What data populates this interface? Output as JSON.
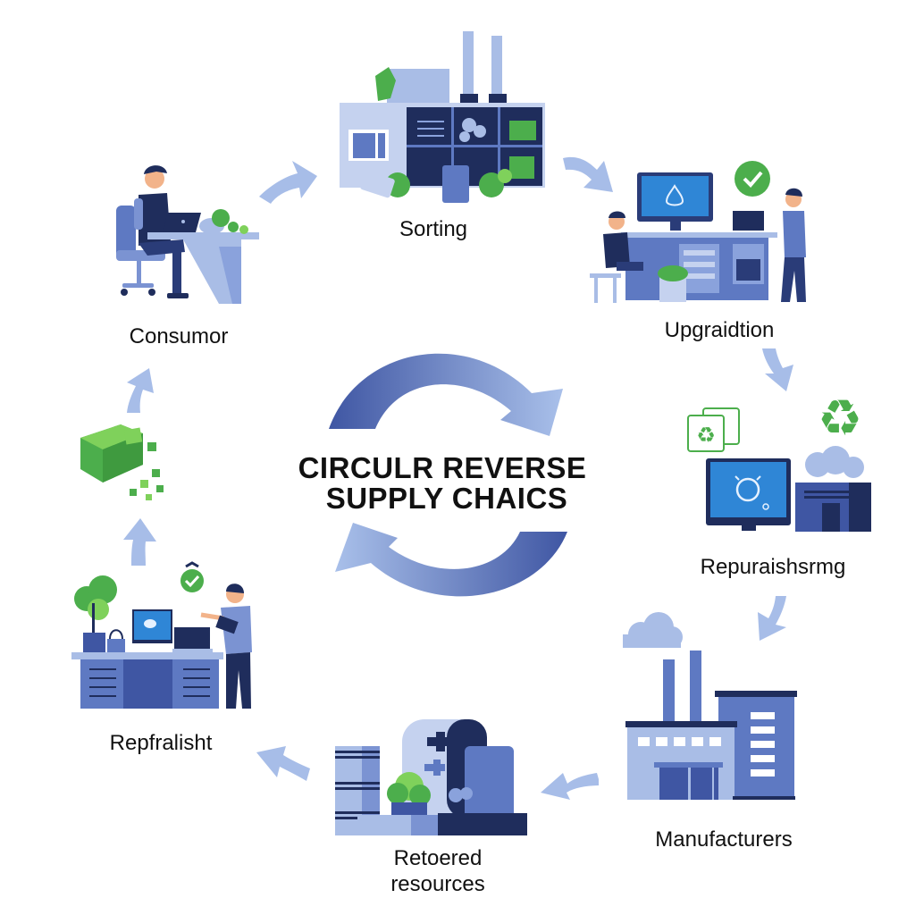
{
  "diagram": {
    "title_line1": "CIRCULR REVERSE",
    "title_line2": "SUPPLY CHAICS",
    "center_icon": "circular-arrows-icon",
    "colors": {
      "navy": "#1f2d5c",
      "blue_dark": "#3f56a3",
      "blue_mid": "#5e79c2",
      "blue_light": "#a9bde6",
      "arrow": "#a7bde8",
      "green": "#4cae4c",
      "green_light": "#7fd15b",
      "screen": "#2f86d6",
      "skin": "#f2b38a"
    },
    "steps": [
      {
        "id": "consumer",
        "label": "Consumor",
        "icon": "person-at-desk-icon"
      },
      {
        "id": "sorting",
        "label": "Sorting",
        "icon": "sorting-facility-icon"
      },
      {
        "id": "upgradation",
        "label": "Upgraidtion",
        "icon": "workstation-team-icon"
      },
      {
        "id": "repurposing",
        "label": "Repuraishsrmg",
        "icon": "monitor-recycle-icon"
      },
      {
        "id": "manufacturers",
        "label": "Manufacturers",
        "icon": "factory-icon"
      },
      {
        "id": "restored",
        "label_line1": "Retoered",
        "label_line2": "resources",
        "icon": "restored-resources-icon"
      },
      {
        "id": "refurbish",
        "label": "Repfralisht",
        "icon": "office-desk-icon"
      },
      {
        "id": "materials",
        "label": "",
        "icon": "green-material-blocks-icon"
      }
    ],
    "flow_arrows": [
      {
        "from": "consumer",
        "to": "sorting",
        "icon": "arrow-right-icon"
      },
      {
        "from": "sorting",
        "to": "upgradation",
        "icon": "arrow-down-right-icon"
      },
      {
        "from": "upgradation",
        "to": "repurposing",
        "icon": "arrow-down-icon"
      },
      {
        "from": "repurposing",
        "to": "manufacturers",
        "icon": "arrow-down-icon"
      },
      {
        "from": "manufacturers",
        "to": "restored",
        "icon": "arrow-left-icon"
      },
      {
        "from": "restored",
        "to": "refurbish",
        "icon": "arrow-left-icon"
      },
      {
        "from": "refurbish",
        "to": "materials",
        "icon": "arrow-up-icon"
      },
      {
        "from": "materials",
        "to": "consumer",
        "icon": "arrow-up-icon"
      }
    ]
  }
}
